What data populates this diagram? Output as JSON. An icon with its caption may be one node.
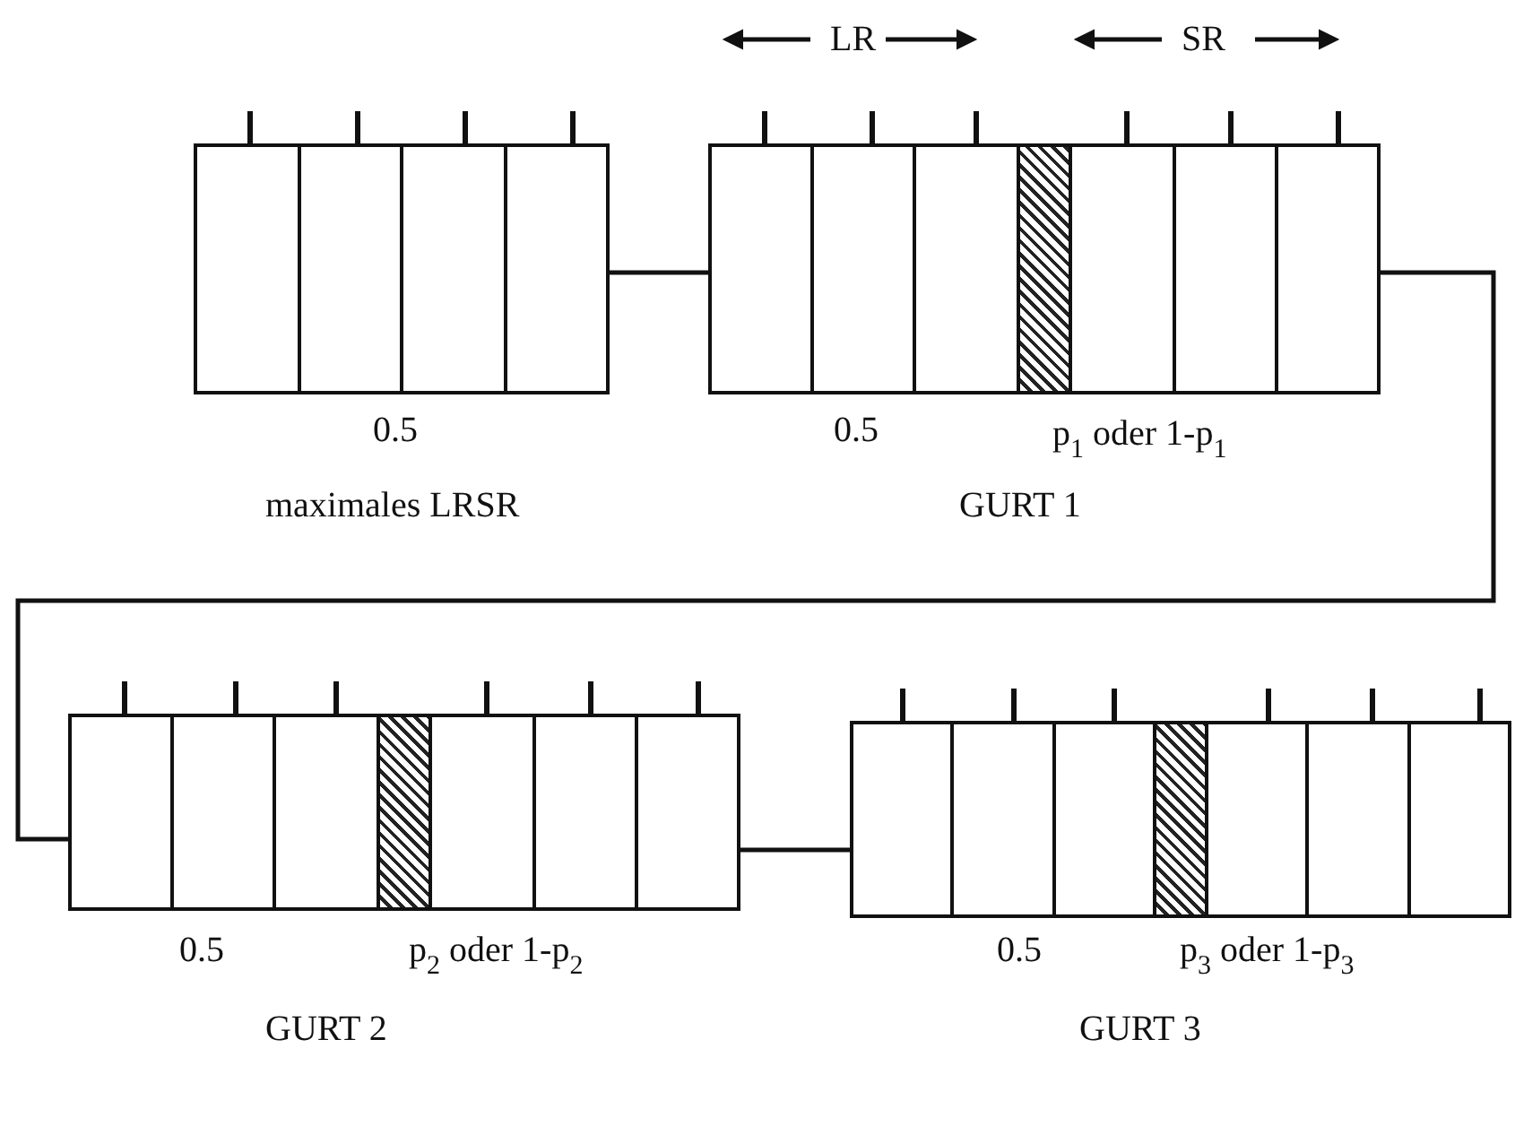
{
  "diagram": {
    "nodes": [
      {
        "text": [],
        "shape": "box",
        "beside": [
          "0.5",
          "maximales LRSR"
        ]
      },
      {
        "text": [],
        "shape": "box",
        "beside": [
          "0.5",
          "p$_{1}$ oder 1-p$_{1}$",
          "GURT 1"
        ]
      },
      {
        "text": [],
        "shape": "box",
        "beside": [
          "0.5",
          "p$_{2}$ oder 1-p$_{2}$",
          "GURT 2"
        ]
      },
      {
        "text": [],
        "shape": "box",
        "beside": [
          "0.5",
          "p$_{3}$ oder 1-p$_{3}$",
          "GURT 3"
        ]
      }
    ],
    "edges": [
      {
        "from": 0,
        "to": 1,
        "arrow": "none"
      },
      {
        "from": 1,
        "to": 2,
        "arrow": "none"
      },
      {
        "from": 2,
        "to": 3,
        "arrow": "none"
      }
    ],
    "labels": [
      "LR",
      "SR"
    ]
  }
}
